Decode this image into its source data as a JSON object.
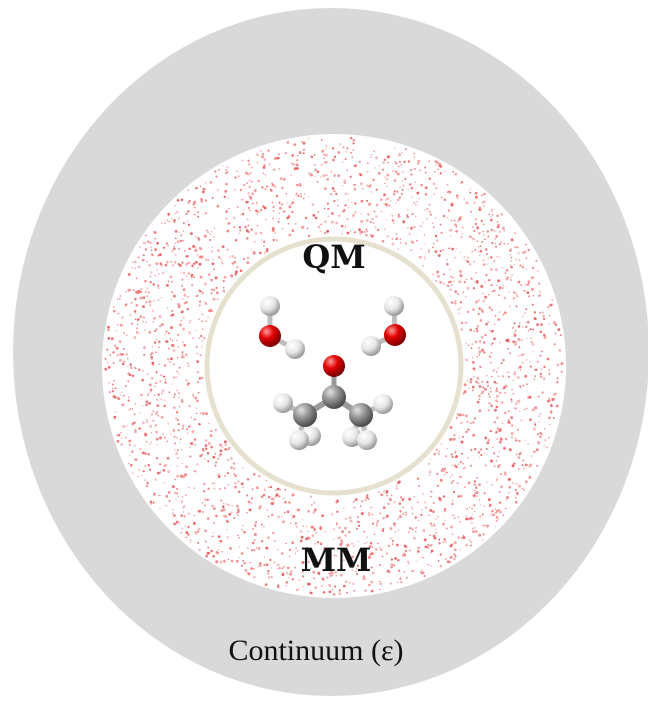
{
  "labels": {
    "qm": "QM",
    "mm": "MM",
    "continuum": "Continuum (ε)"
  },
  "colors": {
    "continuum_fill": "#d9d9d9",
    "mm_dot": "#e8484a",
    "qm_ring": "#e6e1cf",
    "oxygen": "#e00000",
    "carbon": "#8f8f8f",
    "hydrogen": "#e8e8e8"
  },
  "molecules": [
    {
      "name": "water-molecule-left",
      "atoms": [
        "O",
        "H",
        "H"
      ]
    },
    {
      "name": "water-molecule-right",
      "atoms": [
        "O",
        "H",
        "H"
      ]
    },
    {
      "name": "acetone-molecule",
      "atoms": [
        "O",
        "C",
        "C",
        "C",
        "H",
        "H",
        "H",
        "H",
        "H",
        "H"
      ]
    }
  ]
}
